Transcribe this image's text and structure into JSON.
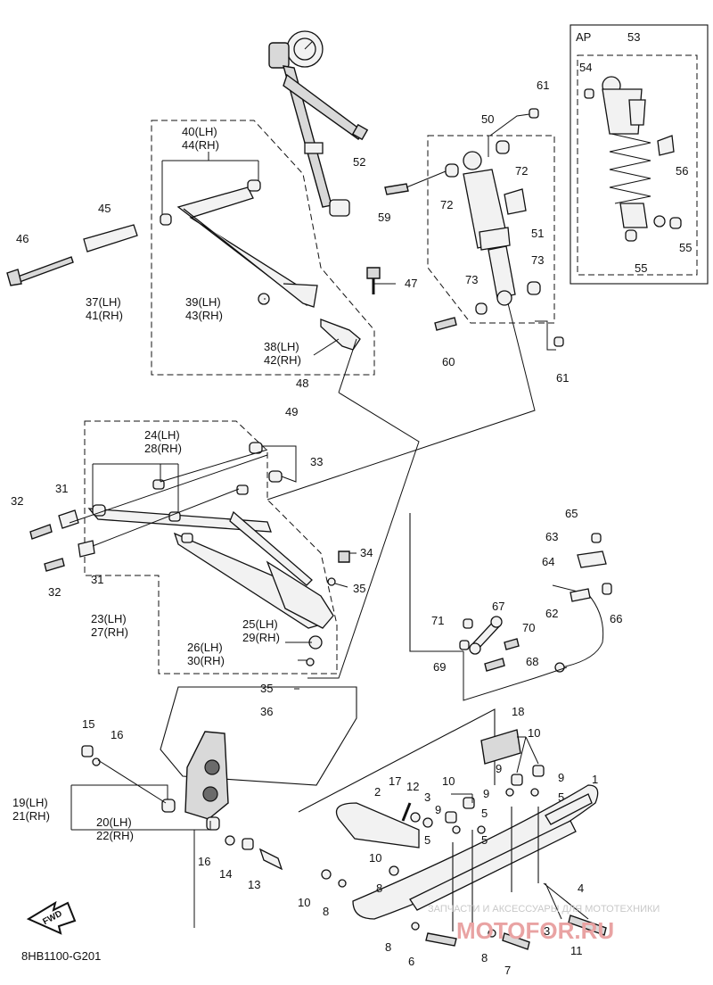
{
  "diagram_code": "8HB1100-G201",
  "fwd_label": "FWD",
  "ap_label": "AP",
  "watermark": {
    "tagline": "ЗАПЧАСТИ И АКСЕССУАРЫ ДЛЯ МОТОТЕХНИКИ",
    "brand": "MOTOFOR.RU"
  },
  "callouts": {
    "c1": "1",
    "c2": "2",
    "c3a": "3",
    "c3b": "3",
    "c4": "4",
    "c5a": "5",
    "c5b": "5",
    "c5c": "5",
    "c5d": "5",
    "c6": "6",
    "c7": "7",
    "c8a": "8",
    "c8b": "8",
    "c8c": "8",
    "c8d": "8",
    "c9a": "9",
    "c9b": "9",
    "c9c": "9",
    "c9d": "9",
    "c10a": "10",
    "c10b": "10",
    "c10c": "10",
    "c10d": "10",
    "c11": "11",
    "c12": "12",
    "c13": "13",
    "c14": "14",
    "c15": "15",
    "c16a": "16",
    "c16b": "16",
    "c17": "17",
    "c18": "18",
    "c19": "19(LH)",
    "c21": "21(RH)",
    "c20": "20(LH)",
    "c22": "22(RH)",
    "c23": "23(LH)",
    "c27": "27(RH)",
    "c24": "24(LH)",
    "c28": "28(RH)",
    "c25": "25(LH)",
    "c29": "29(RH)",
    "c26": "26(LH)",
    "c30": "30(RH)",
    "c31a": "31",
    "c31b": "31",
    "c32a": "32",
    "c32b": "32",
    "c33": "33",
    "c34": "34",
    "c35a": "35",
    "c35b": "35",
    "c36": "36",
    "c37": "37(LH)",
    "c41": "41(RH)",
    "c38": "38(LH)",
    "c42": "42(RH)",
    "c39": "39(LH)",
    "c43": "43(RH)",
    "c40": "40(LH)",
    "c44": "44(RH)",
    "c45": "45",
    "c46": "46",
    "c47": "47",
    "c48": "48",
    "c49": "49",
    "c50": "50",
    "c51": "51",
    "c52": "52",
    "c53": "53",
    "c54": "54",
    "c55a": "55",
    "c55b": "55",
    "c56": "56",
    "c59": "59",
    "c60": "60",
    "c61a": "61",
    "c61b": "61",
    "c62": "62",
    "c63": "63",
    "c64": "64",
    "c65": "65",
    "c66": "66",
    "c67": "67",
    "c68": "68",
    "c69": "69",
    "c70": "70",
    "c71": "71",
    "c72a": "72",
    "c72b": "72",
    "c73a": "73",
    "c73b": "73"
  }
}
